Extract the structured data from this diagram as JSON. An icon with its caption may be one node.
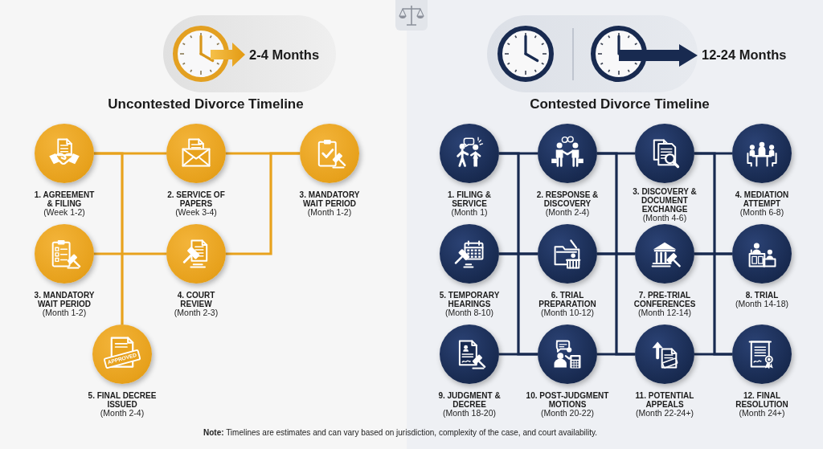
{
  "diagram": {
    "nodes": [
      {
        "text": [
          "1. AGREEMENT & FILING",
          "(Week 1-2)"
        ]
      },
      {
        "text": [
          "2. SERVICE OF PAPERS",
          "(Week 3-4)"
        ]
      },
      {
        "text": [
          "3. MANDATORY WAIT PERIOD",
          "(Month 1-2)"
        ]
      },
      {
        "text": [
          "3. MANDATORY WAIT PERIOD",
          "(Month 1-2)"
        ]
      },
      {
        "text": [
          "4. COURT REVIEW",
          "(Month 2-3)"
        ]
      },
      {
        "text": [
          "5. FINAL DECREE ISSUED",
          "(Month 2-4)"
        ]
      },
      {
        "text": [
          "1. FILING & SERVICE",
          "(Month 1)"
        ]
      },
      {
        "text": [
          "2. RESPONSE & DISCOVERY",
          "(Month 2-4)"
        ]
      },
      {
        "text": [
          "3. DISCOVERY & DOCUMENT EXCHANGE",
          "(Month 4-6)"
        ]
      },
      {
        "text": [
          "4. MEDIATION ATTEMPT",
          "(Month 6-8)"
        ]
      },
      {
        "text": [
          "5. TEMPORARY HEARINGS",
          "(Month 8-10)"
        ]
      },
      {
        "text": [
          "6. TRIAL PREPARATION",
          "(Month 10-12)"
        ]
      },
      {
        "text": [
          "7. PRE-TRIAL CONFERENCES",
          "(Month 12-14)"
        ]
      },
      {
        "text": [
          "8. TRIAL",
          "(Month 14-18)"
        ]
      },
      {
        "text": [
          "9. JUDGMENT & DECREE",
          "(Month 18-20)"
        ]
      },
      {
        "text": [
          "10. POST-JUDGMENT MOTIONS",
          "(Month 20-22)"
        ]
      },
      {
        "text": [
          "11. POTENTIAL APPEALS",
          "(Month 22-24+)"
        ]
      },
      {
        "text": [
          "12. FINAL RESOLUTION",
          "(Month 24+)"
        ]
      }
    ],
    "edges": [
      {
        "from": 0,
        "to": 1,
        "arrow": "none",
        "color": "#e8a21d"
      },
      {
        "from": 1,
        "to": 2,
        "arrow": "none",
        "color": "#e8a21d"
      },
      {
        "from": 2,
        "to": 4,
        "arrow": "none",
        "color": "#e8a21d"
      },
      {
        "from": 3,
        "to": 4,
        "arrow": "none",
        "color": "#e8a21d"
      },
      {
        "from": 0,
        "to": 5,
        "arrow": "none",
        "color": "#e8a21d"
      },
      {
        "from": 6,
        "to": 7,
        "arrow": "none"
      },
      {
        "from": 7,
        "to": 8,
        "arrow": "none"
      },
      {
        "from": 8,
        "to": 9,
        "arrow": "none"
      },
      {
        "from": 10,
        "to": 11,
        "arrow": "none"
      },
      {
        "from": 11,
        "to": 12,
        "arrow": "none"
      },
      {
        "from": 12,
        "to": 13,
        "arrow": "none"
      },
      {
        "from": 14,
        "to": 15,
        "arrow": "none"
      },
      {
        "from": 15,
        "to": 16,
        "arrow": "none"
      },
      {
        "from": 16,
        "to": 17,
        "arrow": "none"
      },
      {
        "from": 6,
        "to": 11,
        "arrow": "none"
      },
      {
        "from": 10,
        "to": 15,
        "arrow": "none"
      },
      {
        "from": 7,
        "to": 12,
        "arrow": "none"
      },
      {
        "from": 11,
        "to": 16,
        "arrow": "none"
      },
      {
        "from": 8,
        "to": 13,
        "arrow": "none"
      },
      {
        "from": 12,
        "to": 17,
        "arrow": "none"
      }
    ],
    "labels": [
      "2-4 Months",
      "12-24 Months",
      "Uncontested Divorce Timeline",
      "Contested Divorce Timeline",
      "APPROVED",
      "**Note:** Timelines are estimates and can vary based on jurisdiction, complexity of the case, and court availability."
    ]
  }
}
